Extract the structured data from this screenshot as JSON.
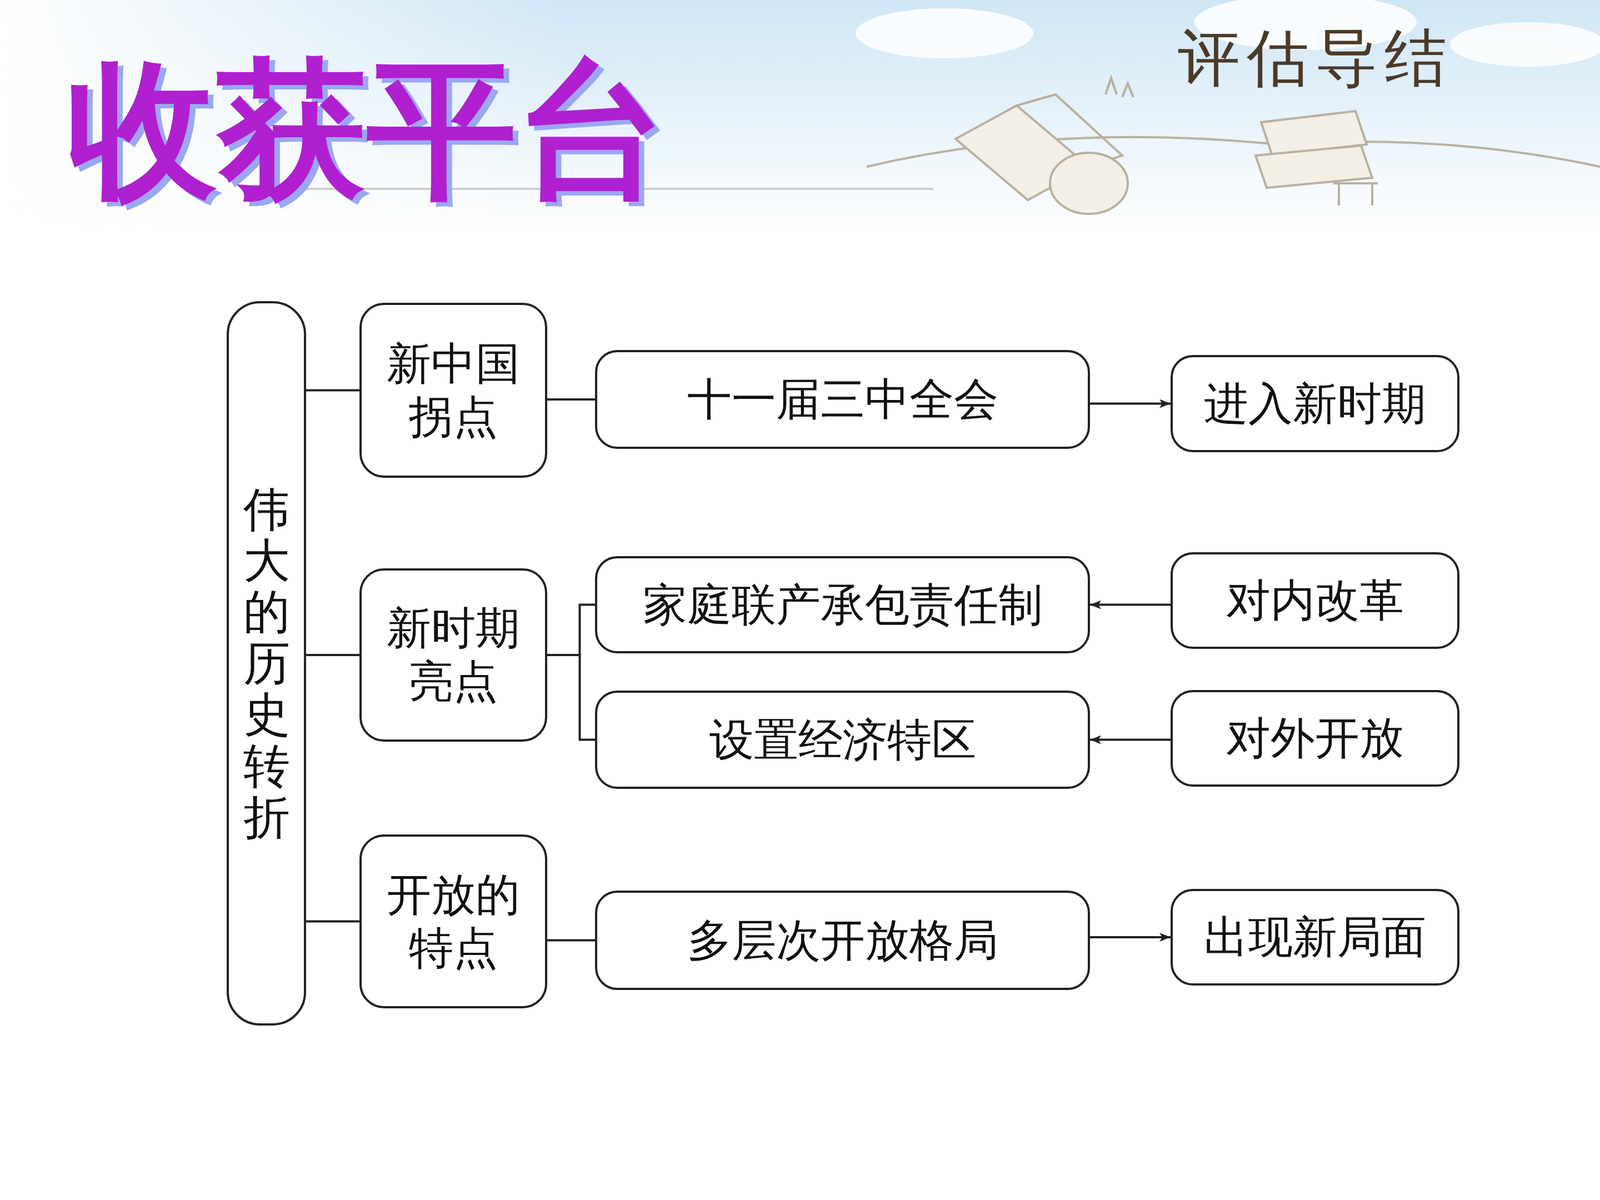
{
  "diagram": {
    "title": "收获平台",
    "nodes": [
      {
        "text": [
          "伟大的历史转折"
        ]
      },
      {
        "text": [
          "新中国拐点"
        ]
      },
      {
        "text": [
          "十一届三中全会"
        ]
      },
      {
        "text": [
          "进入新时期"
        ]
      },
      {
        "text": [
          "新时期亮点"
        ]
      },
      {
        "text": [
          "家庭联产承包责任制"
        ]
      },
      {
        "text": [
          "对内改革"
        ]
      },
      {
        "text": [
          "设置经济特区"
        ]
      },
      {
        "text": [
          "对外开放"
        ]
      },
      {
        "text": [
          "开放的特点"
        ]
      },
      {
        "text": [
          "多层次开放格局"
        ]
      },
      {
        "text": [
          "出现新局面"
        ]
      }
    ],
    "edges": [
      {
        "from": 0,
        "to": 1,
        "arrow": "none"
      },
      {
        "from": 0,
        "to": 4,
        "arrow": "none"
      },
      {
        "from": 0,
        "to": 9,
        "arrow": "none"
      },
      {
        "from": 1,
        "to": 2,
        "arrow": "none"
      },
      {
        "from": 2,
        "to": 3,
        "arrow": "to"
      },
      {
        "from": 4,
        "to": 5,
        "arrow": "none"
      },
      {
        "from": 4,
        "to": 7,
        "arrow": "none"
      },
      {
        "from": 6,
        "to": 5,
        "arrow": "to"
      },
      {
        "from": 8,
        "to": 7,
        "arrow": "to"
      },
      {
        "from": 9,
        "to": 10,
        "arrow": "none"
      },
      {
        "from": 10,
        "to": 11,
        "arrow": "to"
      }
    ],
    "labels": [
      "评估导结"
    ]
  }
}
